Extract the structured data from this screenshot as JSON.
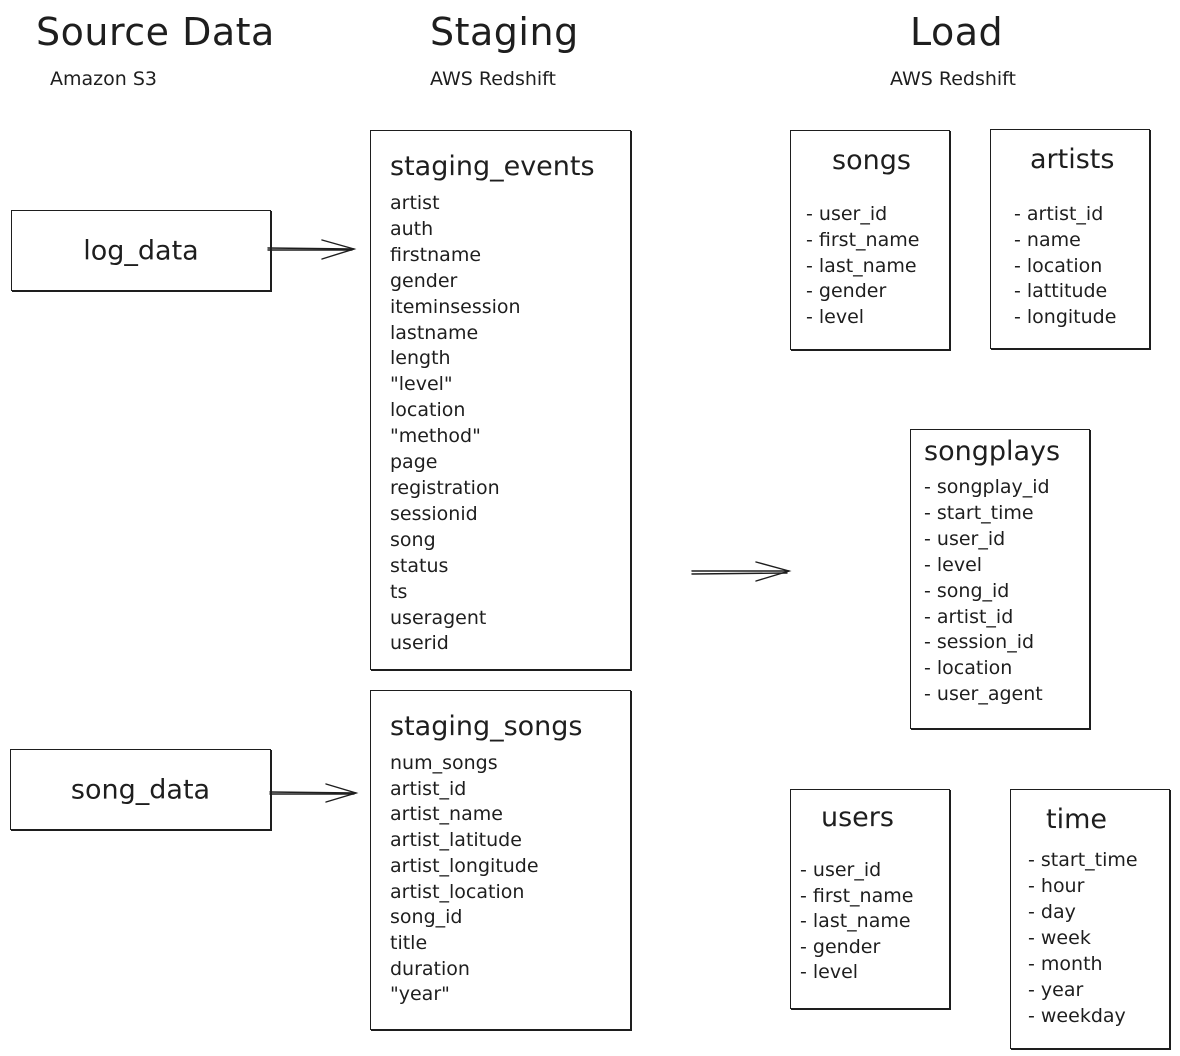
{
  "columns": {
    "source": {
      "title": "Source Data",
      "subtitle": "Amazon S3"
    },
    "staging": {
      "title": "Staging",
      "subtitle": "AWS Redshift"
    },
    "load": {
      "title": "Load",
      "subtitle": "AWS Redshift"
    }
  },
  "sources": {
    "log_data": "log_data",
    "song_data": "song_data"
  },
  "staging_events": {
    "title": "staging_events",
    "fields": [
      "artist",
      "auth",
      "firstname",
      "gender",
      "iteminsession",
      "lastname",
      "length",
      "\"level\"",
      "location",
      "\"method\"",
      "page",
      "registration",
      "sessionid",
      "song",
      "status",
      "ts",
      "useragent",
      "userid"
    ]
  },
  "staging_songs": {
    "title": "staging_songs",
    "fields": [
      "num_songs",
      "artist_id",
      "artist_name",
      "artist_latitude",
      "artist_longitude",
      "artist_location",
      "song_id",
      "title",
      "duration",
      "\"year\""
    ]
  },
  "songs": {
    "title": "songs",
    "fields": [
      "- user_id",
      "- first_name",
      "- last_name",
      "- gender",
      "- level"
    ]
  },
  "artists": {
    "title": "artists",
    "fields": [
      "- artist_id",
      "- name",
      "- location",
      "- lattitude",
      "- longitude"
    ]
  },
  "songplays": {
    "title": "songplays",
    "fields": [
      "- songplay_id",
      "- start_time",
      "- user_id",
      "- level",
      "- song_id",
      "- artist_id",
      "- session_id",
      "- location",
      "- user_agent"
    ]
  },
  "users": {
    "title": "users",
    "fields": [
      "- user_id",
      "- first_name",
      "- last_name",
      "- gender",
      "- level"
    ]
  },
  "time": {
    "title": "time",
    "fields": [
      "- start_time",
      "- hour",
      "- day",
      "- week",
      "- month",
      "- year",
      "- weekday"
    ]
  }
}
